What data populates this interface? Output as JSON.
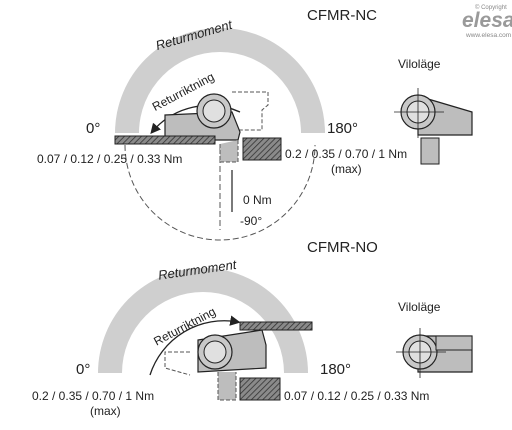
{
  "watermark": {
    "copyright": "© Copyright",
    "brand": "elesa",
    "site": "www.elesa.com"
  },
  "colors": {
    "arc": "#cfcfcf",
    "metal": "#bdbdbd",
    "hatch_bg": "#888888",
    "line": "#222222"
  },
  "top": {
    "title": "CFMR-NC",
    "return_moment": "Returmoment",
    "return_direction": "Returriktning",
    "angle_0": "0°",
    "angle_180": "180°",
    "torque_0deg": "0.07 / 0.12 / 0.25 / 0.33 Nm",
    "torque_180deg": "0.2 / 0.35 / 0.70 / 1 Nm",
    "torque_180deg_note": "(max)",
    "zero_torque": "0 Nm",
    "angle_minus90": "-90°",
    "rest_label": "Viloläge"
  },
  "bottom": {
    "title": "CFMR-NO",
    "return_moment": "Returmoment",
    "return_direction": "Returriktning",
    "angle_0": "0°",
    "angle_180": "180°",
    "torque_0deg": "0.2 / 0.35 / 0.70 / 1 Nm",
    "torque_0deg_note": "(max)",
    "torque_180deg": "0.07 / 0.12 / 0.25 / 0.33 Nm",
    "rest_label": "Viloläge"
  }
}
